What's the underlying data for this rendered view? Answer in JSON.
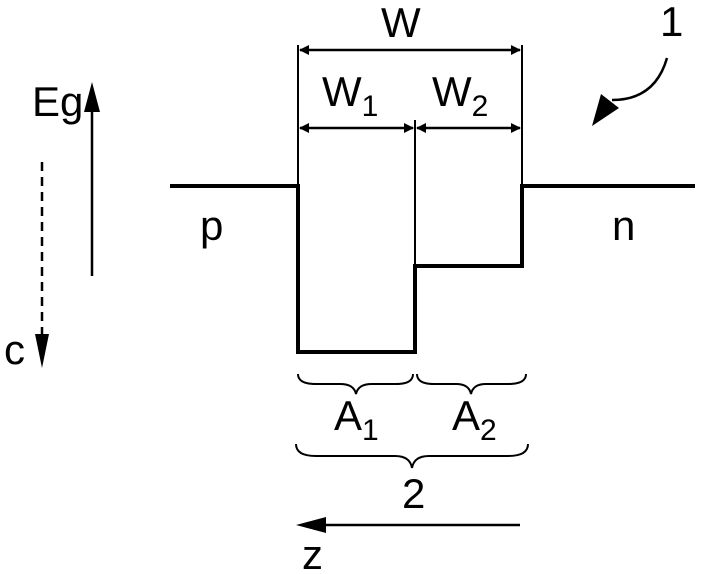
{
  "figure": {
    "reference_numeral": "1",
    "band_gap_axis": {
      "label": "Eg"
    },
    "concentration_axis": {
      "label": "c"
    },
    "regions": {
      "p": "p",
      "n": "n"
    },
    "widths": {
      "total": "W",
      "w1": {
        "base": "W",
        "sub": "1"
      },
      "w2": {
        "base": "W",
        "sub": "2"
      }
    },
    "active_zones": {
      "a1": {
        "base": "A",
        "sub": "1"
      },
      "a2": {
        "base": "A",
        "sub": "2"
      },
      "overall": "2"
    },
    "position_axis": {
      "label": "z"
    },
    "colors": {
      "ink": "#000000",
      "background": "#ffffff"
    }
  }
}
